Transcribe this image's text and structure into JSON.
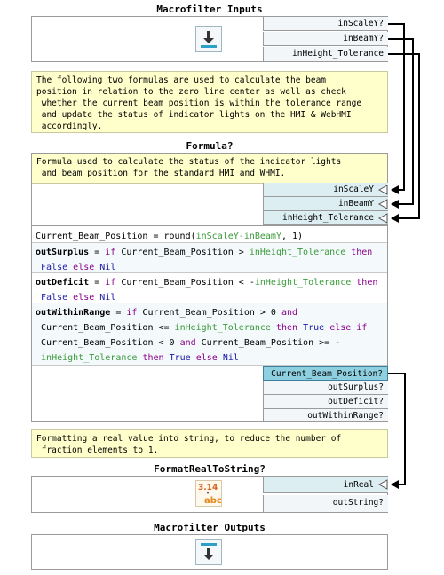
{
  "macro_inputs": {
    "title": "Macrofilter Inputs",
    "ports": [
      "inScaleY?",
      "inBeamY?",
      "inHeight_Tolerance"
    ],
    "icon": "download-arrow-icon"
  },
  "note1": "The following two formulas are used to calculate the beam\nposition in relation to the zero line center as well as check\n whether the current beam position is within the tolerance range\n and update the status of indicator lights on the HMI & WebHMI\n accordingly.",
  "formula": {
    "title": "Formula?",
    "note": "Formula used to calculate the status of the indicator lights\n and beam position for the standard HMI and WHMI.",
    "inputs": [
      "inScaleY",
      "inBeamY",
      "inHeight_Tolerance"
    ],
    "expr1": {
      "lhs": "Current_Beam_Position",
      "eq": " = round(",
      "a": "inScaleY",
      "minus": "-",
      "b": "inBeamY",
      "tail": ", 1)"
    },
    "expr2": {
      "name": "outSurplus",
      "p1": " = ",
      "if": "if",
      "p2": " Current_Beam_Position > ",
      "tol": "inHeight_Tolerance",
      "then": "then",
      "false": "False",
      "else": "else",
      "nil": "Nil"
    },
    "expr3": {
      "name": "outDeficit",
      "p1": " = ",
      "if": "if",
      "p2": " Current_Beam_Position < -",
      "tol": "inHeight_Tolerance",
      "then": "then",
      "false": "False",
      "else": "else",
      "nil": "Nil"
    },
    "expr4": {
      "name": "outWithinRange",
      "p1": " = ",
      "if": "if",
      "p2": " Current_Beam_Position > 0 ",
      "and": "and",
      "p3": "Current_Beam_Position <= ",
      "tol": "inHeight_Tolerance",
      "then": "then",
      "true": "True",
      "elseif": "else if",
      "p4": "Current_Beam_Position < 0 ",
      "p5": " Current_Beam_Position >= -",
      "else": "else",
      "nil": "Nil"
    },
    "outputs": [
      "Current_Beam_Position?",
      "outSurplus?",
      "outDeficit?",
      "outWithinRange?"
    ]
  },
  "note2": "Formatting a real value into string, to reduce the number of\n fraction elements to 1.",
  "format": {
    "title": "FormatRealToString?",
    "input": "inReal",
    "output": "outString?",
    "icon": "number-to-text-icon",
    "icon_top": "3.14",
    "icon_bottom": "abc"
  },
  "macro_outputs": {
    "title": "Macrofilter Outputs",
    "icon": "upload-arrow-icon"
  }
}
